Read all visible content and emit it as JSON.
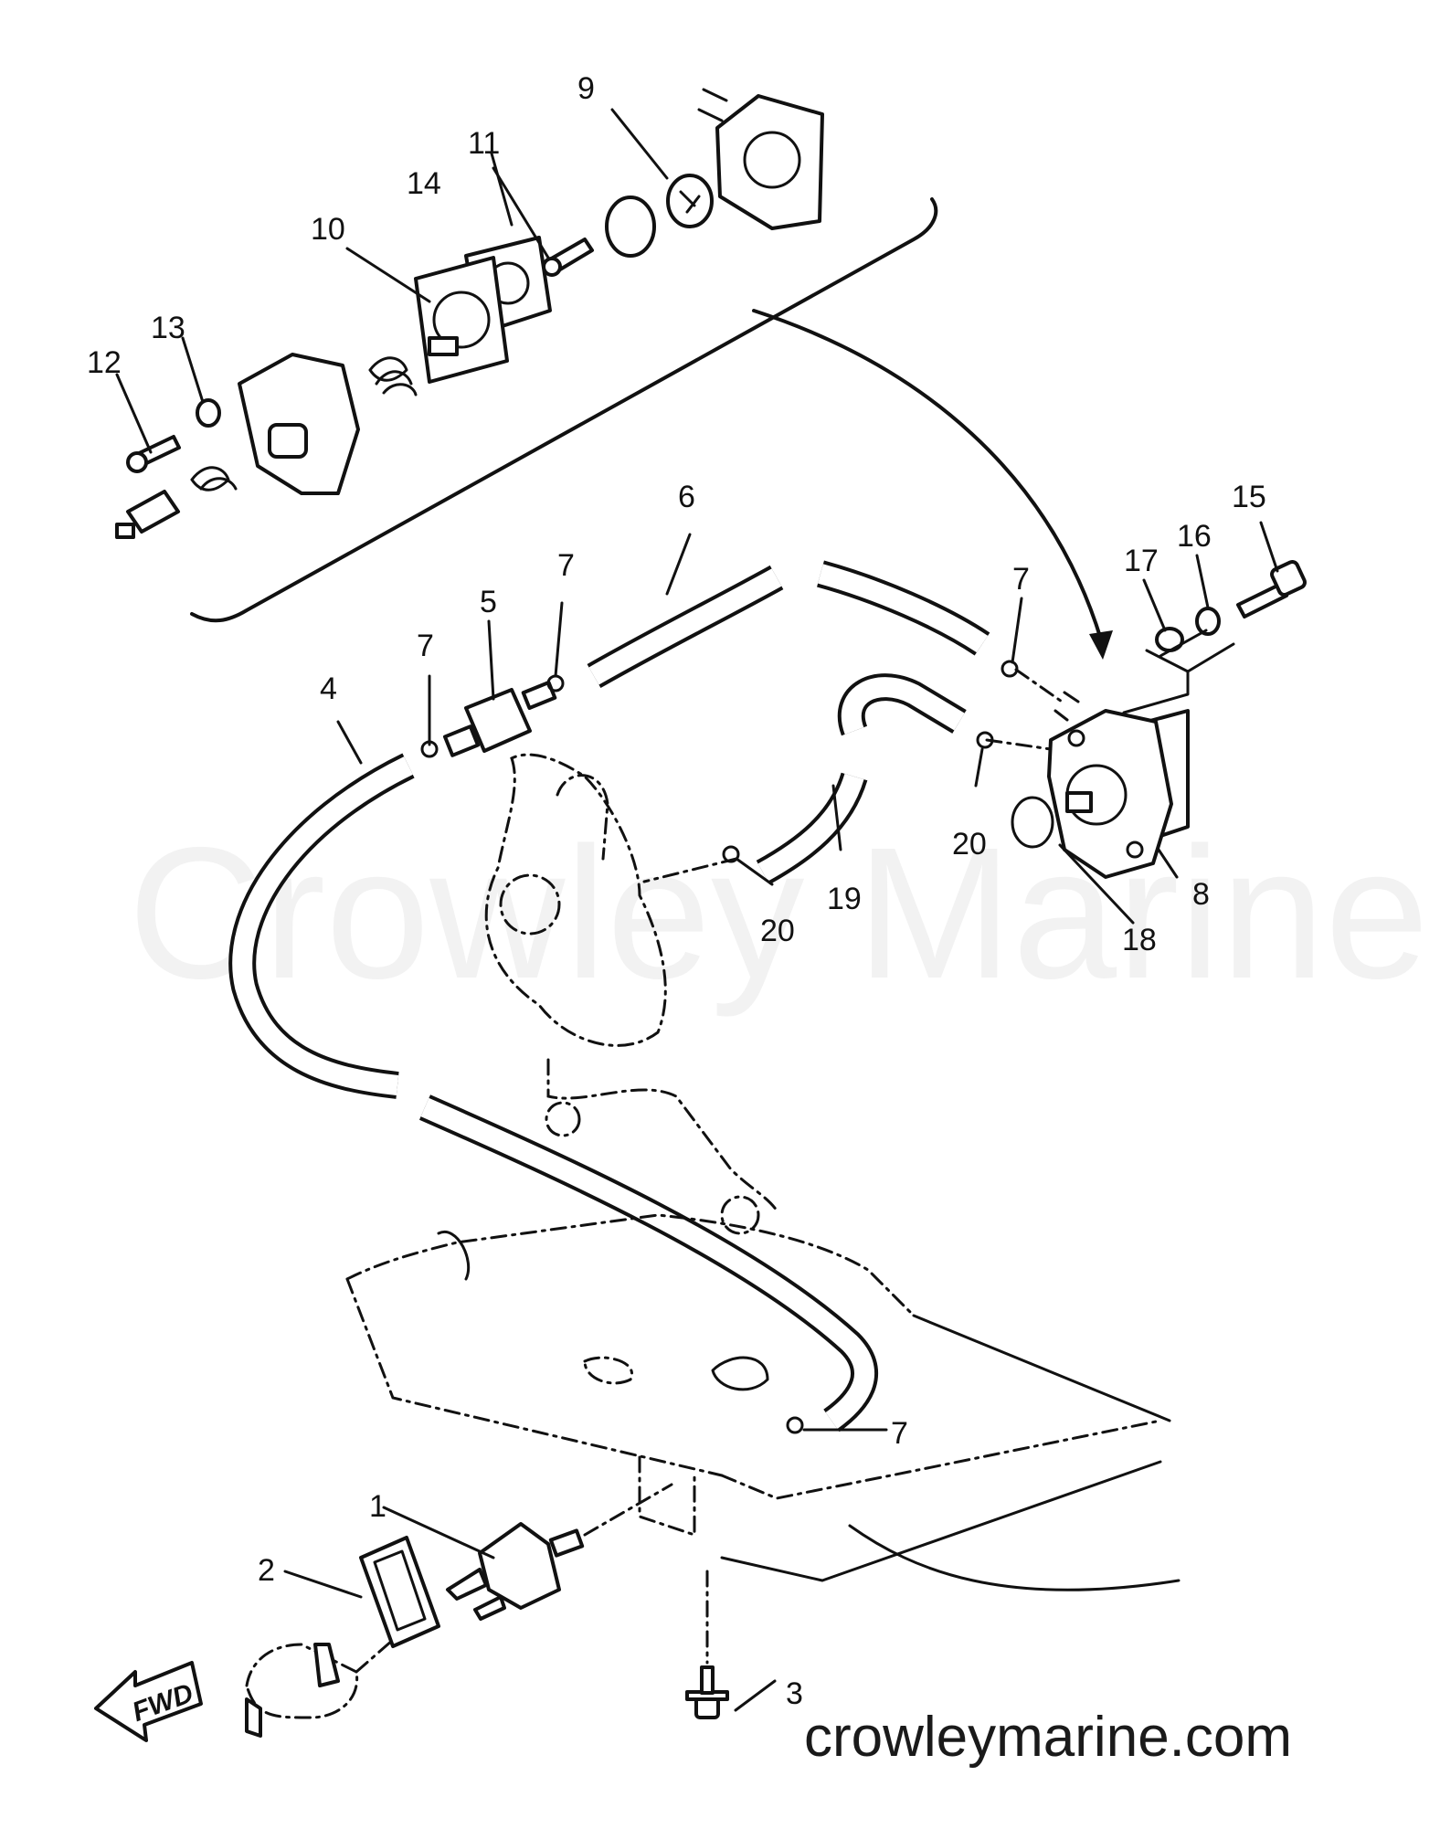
{
  "diagram": {
    "callouts": [
      {
        "id": "c1",
        "label": "1"
      },
      {
        "id": "c2",
        "label": "2"
      },
      {
        "id": "c3",
        "label": "3"
      },
      {
        "id": "c4",
        "label": "4"
      },
      {
        "id": "c5",
        "label": "5"
      },
      {
        "id": "c6",
        "label": "6"
      },
      {
        "id": "c7a",
        "label": "7"
      },
      {
        "id": "c7b",
        "label": "7"
      },
      {
        "id": "c7c",
        "label": "7"
      },
      {
        "id": "c7d",
        "label": "7"
      },
      {
        "id": "c8",
        "label": "8"
      },
      {
        "id": "c9",
        "label": "9"
      },
      {
        "id": "c10",
        "label": "10"
      },
      {
        "id": "c11",
        "label": "11"
      },
      {
        "id": "c12",
        "label": "12"
      },
      {
        "id": "c13",
        "label": "13"
      },
      {
        "id": "c14",
        "label": "14"
      },
      {
        "id": "c15",
        "label": "15"
      },
      {
        "id": "c16",
        "label": "16"
      },
      {
        "id": "c17",
        "label": "17"
      },
      {
        "id": "c18",
        "label": "18"
      },
      {
        "id": "c19",
        "label": "19"
      },
      {
        "id": "c20a",
        "label": "20"
      },
      {
        "id": "c20b",
        "label": "20"
      }
    ],
    "fwd_label": "FWD"
  },
  "watermark": "Crowley Marine",
  "site_url": "crowleymarine.com",
  "colors": {
    "ink": "#111111",
    "background": "#ffffff",
    "watermark": "#d9d9d9"
  }
}
